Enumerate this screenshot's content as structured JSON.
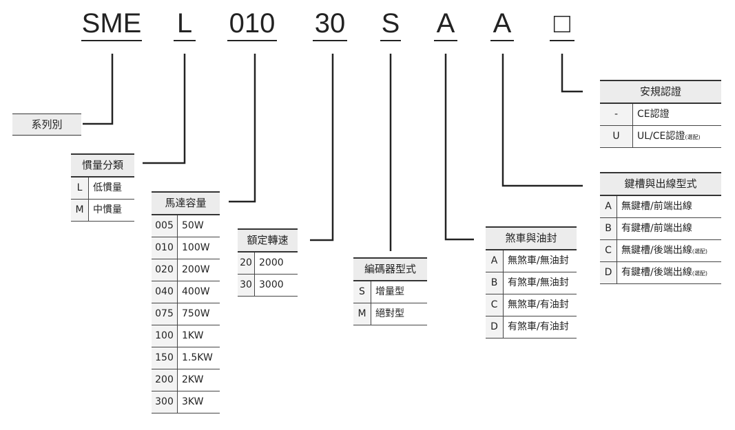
{
  "codes": [
    "SME",
    "L",
    "010",
    "30",
    "S",
    "A",
    "A",
    "□"
  ],
  "series": {
    "title": "系列別"
  },
  "tables": {
    "inertia": {
      "title": "慣量分類",
      "rows": [
        [
          "L",
          "低慣量"
        ],
        [
          "M",
          "中慣量"
        ]
      ]
    },
    "capacity": {
      "title": "馬達容量",
      "rows": [
        [
          "005",
          "50W"
        ],
        [
          "010",
          "100W"
        ],
        [
          "020",
          "200W"
        ],
        [
          "040",
          "400W"
        ],
        [
          "075",
          "750W"
        ],
        [
          "100",
          "1KW"
        ],
        [
          "150",
          "1.5KW"
        ],
        [
          "200",
          "2KW"
        ],
        [
          "300",
          "3KW"
        ]
      ]
    },
    "speed": {
      "title": "額定轉速",
      "rows": [
        [
          "20",
          "2000"
        ],
        [
          "30",
          "3000"
        ]
      ]
    },
    "encoder": {
      "title": "編碼器型式",
      "rows": [
        [
          "S",
          "增量型"
        ],
        [
          "M",
          "絕對型"
        ]
      ]
    },
    "brake": {
      "title": "煞車與油封",
      "rows": [
        [
          "A",
          "無煞車/無油封"
        ],
        [
          "B",
          "有煞車/無油封"
        ],
        [
          "C",
          "無煞車/有油封"
        ],
        [
          "D",
          "有煞車/有油封"
        ]
      ]
    },
    "keyway": {
      "title": "鍵槽與出線型式",
      "rows": [
        [
          "A",
          "無鍵槽/前端出線"
        ],
        [
          "B",
          "有鍵槽/前端出線"
        ],
        [
          "C",
          "無鍵槽/後端出線",
          "(選配)"
        ],
        [
          "D",
          "有鍵槽/後端出線",
          "(選配)"
        ]
      ]
    },
    "cert": {
      "title": "安規認證",
      "rows": [
        [
          "-",
          "CE認證"
        ],
        [
          "U",
          "UL/CE認證",
          "(選配)"
        ]
      ]
    }
  }
}
